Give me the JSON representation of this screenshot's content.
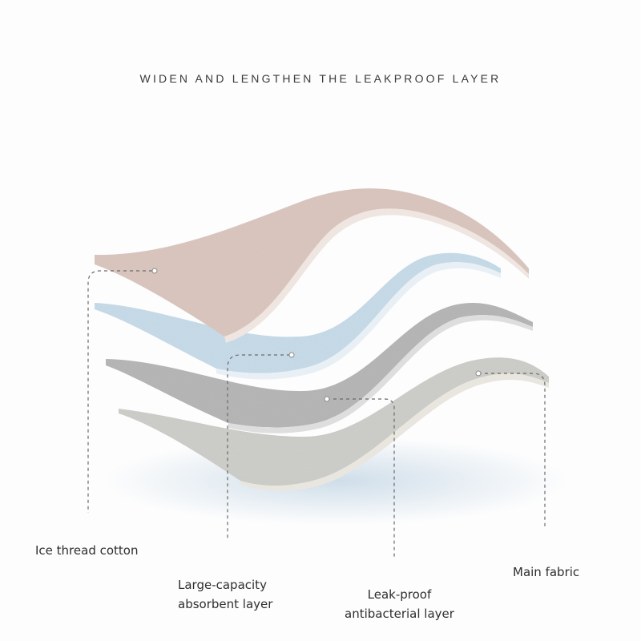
{
  "headline": "WIDEN AND LENGTHEN THE LEAKPROOF LAYER",
  "colors": {
    "top_layer": "#dcc8c0",
    "absorbent_layer": "#c9ddea",
    "leakproof_layer": "#b8b8b8",
    "main_fabric": "#cfd0cb",
    "leader_line": "#6a6a6a"
  },
  "layers": [
    {
      "name": "ice-thread-cotton",
      "lines": [
        "Ice thread cotton"
      ]
    },
    {
      "name": "absorbent",
      "lines": [
        "Large-capacity",
        "absorbent layer"
      ]
    },
    {
      "name": "leakproof",
      "lines": [
        "Leak-proof",
        "antibacterial layer"
      ]
    },
    {
      "name": "main-fabric",
      "lines": [
        "Main fabric"
      ]
    }
  ]
}
